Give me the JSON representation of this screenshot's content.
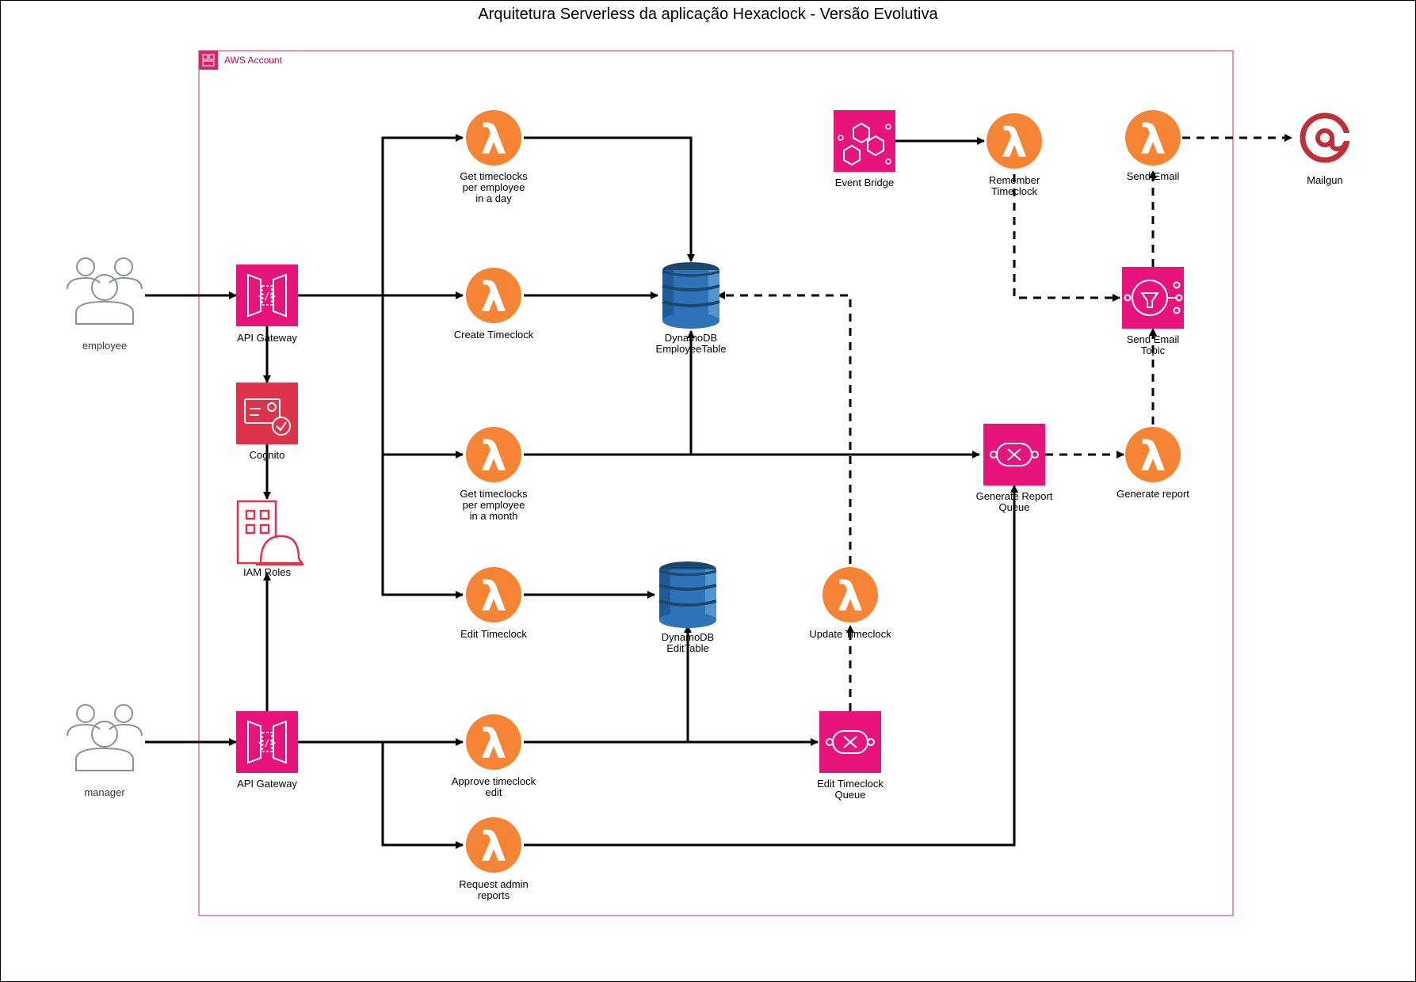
{
  "title": "Arquitetura Serverless da aplicação Hexaclock - Versão Evolutiva",
  "account": {
    "label": "AWS Account"
  },
  "actors": {
    "employee": "employee",
    "manager": "manager"
  },
  "services": {
    "api_gateway_employee": "API Gateway",
    "cognito": "Cognito",
    "iam_roles": "IAM Roles",
    "api_gateway_manager": "API Gateway",
    "event_bridge": "Event Bridge",
    "mailgun": "Mailgun",
    "send_email_topic": "Send Email\nTopic",
    "generate_report_queue": "Generate Report\nQueue",
    "edit_timeclock_queue": "Edit Timeclock\nQueue",
    "dynamo_employee": "DynamoDB\nEmployeeTable",
    "dynamo_edit": "DynamoDB\nEditTable"
  },
  "lambdas": {
    "get_day": "Get timeclocks\nper employee\nin a day",
    "create": "Create Timeclock",
    "get_month": "Get timeclocks\nper employee\nin a month",
    "edit": "Edit Timeclock",
    "approve": "Approve timeclock\nedit",
    "request_reports": "Request admin\nreports",
    "update": "Update Timeclock",
    "remember": "Remember\nTimeclock",
    "send_email": "Send Email",
    "generate_report": "Generate report"
  },
  "colors": {
    "lambda": "#ed7100",
    "pink": "#e7157b",
    "cognito_red": "#dd344c",
    "dynamo_blue": "#2e73b8",
    "mailgun_red": "#c02f38",
    "account_border": "#d4266f",
    "actor_gray": "#879196"
  }
}
